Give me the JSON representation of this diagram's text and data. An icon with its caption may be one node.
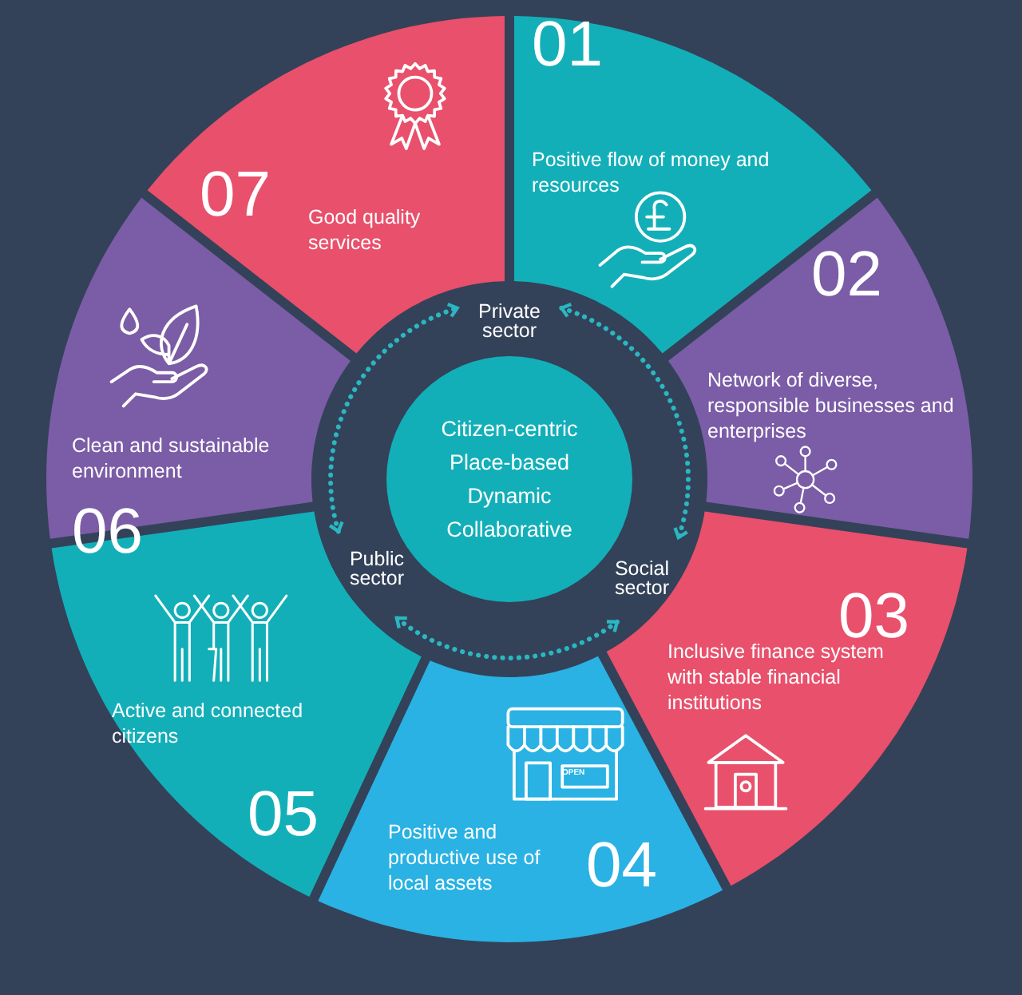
{
  "diagram": {
    "nodes": [
      {
        "text": [
          "01",
          "Positive flow of money and resources"
        ]
      },
      {
        "text": [
          "02",
          "Network of diverse, responsible businesses and enterprises"
        ]
      },
      {
        "text": [
          "03",
          "Inclusive finance system with stable financial institutions"
        ]
      },
      {
        "text": [
          "Positive and productive use of local assets",
          "04"
        ]
      },
      {
        "text": [
          "Active and connected citizens",
          "05"
        ]
      },
      {
        "text": [
          "Clean and sustainable environment",
          "06"
        ]
      },
      {
        "text": [
          "07",
          "Good quality services"
        ]
      },
      {
        "text": [
          "Private sector"
        ]
      },
      {
        "text": [
          "Social sector"
        ]
      },
      {
        "text": [
          "Public sector"
        ]
      },
      {
        "text": [
          "Citizen-centric",
          "Place-based",
          "Dynamic",
          "Collaborative"
        ]
      }
    ],
    "edges": [
      {
        "from": 7,
        "to": 8,
        "arrow": "both",
        "style": "dashed"
      },
      {
        "from": 8,
        "to": 9,
        "arrow": "both",
        "style": "dashed"
      },
      {
        "from": 9,
        "to": 7,
        "arrow": "both",
        "style": "dashed"
      }
    ],
    "labels": [
      "OPEN"
    ]
  }
}
